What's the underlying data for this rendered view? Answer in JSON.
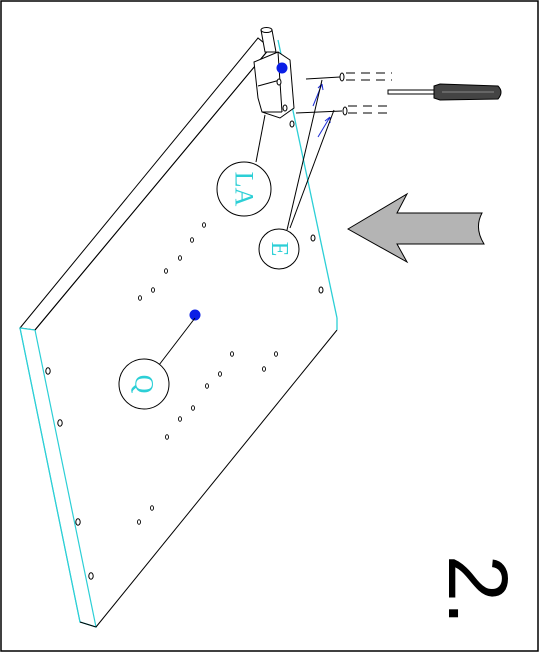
{
  "step": {
    "number": "2."
  },
  "callouts": {
    "bracket": "LA",
    "screws": "E",
    "panel": "Q"
  },
  "colors": {
    "outline": "#000000",
    "edge": "#2ccfd6",
    "marker": "#0a1ee6",
    "arrow_fill": "#b4b4b4",
    "screw_pointer": "#1a2bd6"
  },
  "icons": {
    "tool": "screwdriver-icon",
    "direction": "large-left-arrow-icon"
  }
}
